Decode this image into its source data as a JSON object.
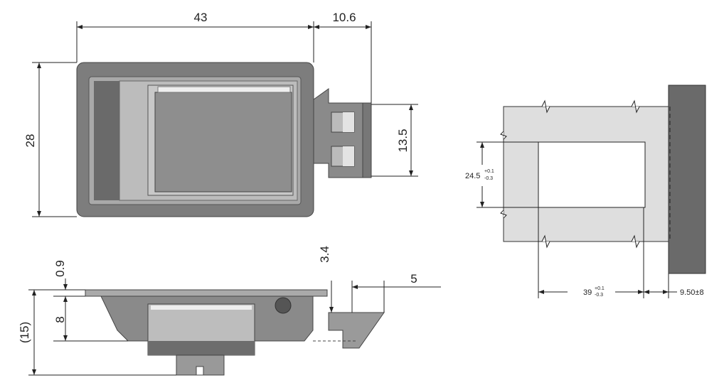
{
  "top_view": {
    "width_dim": "43",
    "tab_dim": "10.6",
    "height_dim": "28",
    "tab_height_dim": "13.5"
  },
  "side_view": {
    "flange_dim": "0.9",
    "depth_dim": "8",
    "total_dim": "(15)",
    "latch_offset_dim": "3.4",
    "latch_length_dim": "5"
  },
  "cutout_view": {
    "height_dim": "24.5",
    "height_tol_plus": "+0.1",
    "height_tol_minus": "-0.3",
    "width_dim": "39",
    "width_tol_plus": "+0.1",
    "width_tol_minus": "-0.3",
    "offset_dim": "9.50±8"
  },
  "colors": {
    "body": "#7a7a7a",
    "panel": "#dedede",
    "wall": "#6a6a6a"
  }
}
